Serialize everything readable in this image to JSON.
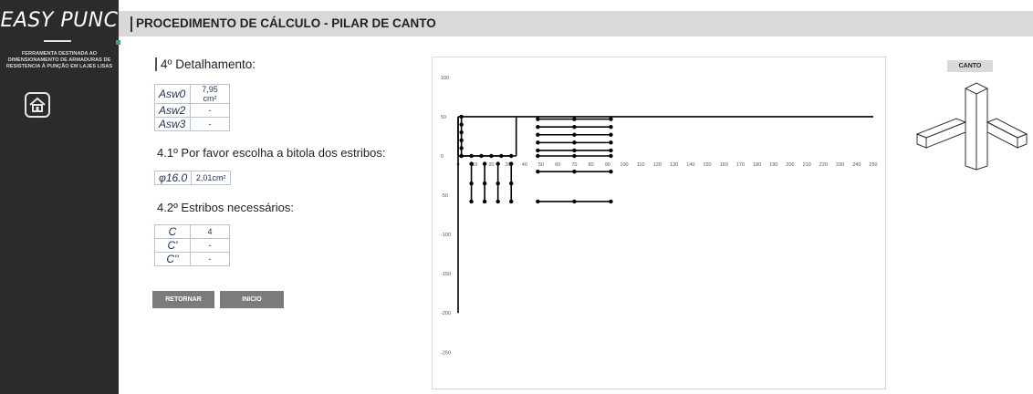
{
  "sidebar": {
    "logo": "EASY PUNC",
    "description": "FERRAMENTA DESTINADA AO DIMENSIONAMENTO DE ARMADURAS DE RESISTENCIA À PUNÇÃO EM LAJES LISAS",
    "home_icon": "home-icon"
  },
  "header": {
    "title": "PROCEDIMENTO DE CÁLCULO - PILAR DE CANTO"
  },
  "main": {
    "step_title": "4º Detalhamento:",
    "asw_table": [
      {
        "label": "Asw0",
        "value": "7,95 cm²"
      },
      {
        "label": "Asw2",
        "value": "-"
      },
      {
        "label": "Asw3",
        "value": "-"
      }
    ],
    "bitola_question": "4.1º Por favor escolha a bitola dos estribos:",
    "bitola": {
      "label": "φ16.0",
      "value": "2,01cm²"
    },
    "estribos_question": "4.2º Estribos necessários:",
    "estribos_table": [
      {
        "label": "C",
        "value": "4"
      },
      {
        "label": "C'",
        "value": "-"
      },
      {
        "label": "C''",
        "value": "-"
      }
    ],
    "buttons": {
      "retornar": "RETORNAR",
      "inicio": "INICIO"
    }
  },
  "right_panel": {
    "canto_label": "CANTO"
  },
  "chart_data": {
    "type": "scatter",
    "title": "",
    "xlabel": "",
    "ylabel": "",
    "x_ticks": [
      0,
      10,
      20,
      30,
      40,
      50,
      60,
      70,
      80,
      90,
      100,
      110,
      120,
      130,
      140,
      150,
      160,
      170,
      180,
      190,
      200,
      210,
      220,
      230,
      240,
      250
    ],
    "y_ticks": [
      100,
      50,
      0,
      -50,
      -100,
      -150,
      -200,
      -250
    ],
    "xlim": [
      0,
      250
    ],
    "ylim": [
      -250,
      100
    ],
    "lines": [
      {
        "x": [
          0,
          0
        ],
        "y": [
          50,
          -200
        ]
      },
      {
        "x": [
          0,
          250
        ],
        "y": [
          50,
          50
        ]
      },
      {
        "x": [
          0,
          0
        ],
        "y": [
          50,
          0
        ]
      },
      {
        "x": [
          0,
          35
        ],
        "y": [
          0,
          0
        ]
      },
      {
        "x": [
          35,
          35
        ],
        "y": [
          50,
          0
        ]
      }
    ],
    "series": [
      {
        "x": [
          2,
          2,
          2,
          2,
          2,
          2
        ],
        "y": [
          50,
          40,
          30,
          20,
          10,
          0
        ]
      },
      {
        "x": [
          2,
          8,
          14,
          20,
          26,
          32
        ],
        "y": [
          0,
          0,
          0,
          0,
          0,
          0
        ]
      },
      {
        "x": [
          48,
          70,
          92
        ],
        "y": [
          47,
          47,
          47
        ]
      },
      {
        "x": [
          48,
          70,
          92
        ],
        "y": [
          37,
          37,
          37
        ]
      },
      {
        "x": [
          48,
          70,
          92
        ],
        "y": [
          27,
          27,
          27
        ]
      },
      {
        "x": [
          48,
          70,
          92
        ],
        "y": [
          17,
          17,
          17
        ]
      },
      {
        "x": [
          48,
          70,
          92
        ],
        "y": [
          7,
          7,
          7
        ]
      },
      {
        "x": [
          48,
          70,
          92
        ],
        "y": [
          0,
          0,
          0
        ]
      },
      {
        "x": [
          48,
          70,
          92
        ],
        "y": [
          -20,
          -20,
          -20
        ]
      },
      {
        "x": [
          48,
          70,
          92
        ],
        "y": [
          -58,
          -58,
          -58
        ]
      },
      {
        "x": [
          8,
          8,
          8
        ],
        "y": [
          -10,
          -35,
          -58
        ]
      },
      {
        "x": [
          16,
          16,
          16
        ],
        "y": [
          -10,
          -35,
          -58
        ]
      },
      {
        "x": [
          24,
          24,
          24
        ],
        "y": [
          -10,
          -35,
          -58
        ]
      },
      {
        "x": [
          32,
          32,
          32
        ],
        "y": [
          -10,
          -35,
          -58
        ]
      }
    ]
  }
}
